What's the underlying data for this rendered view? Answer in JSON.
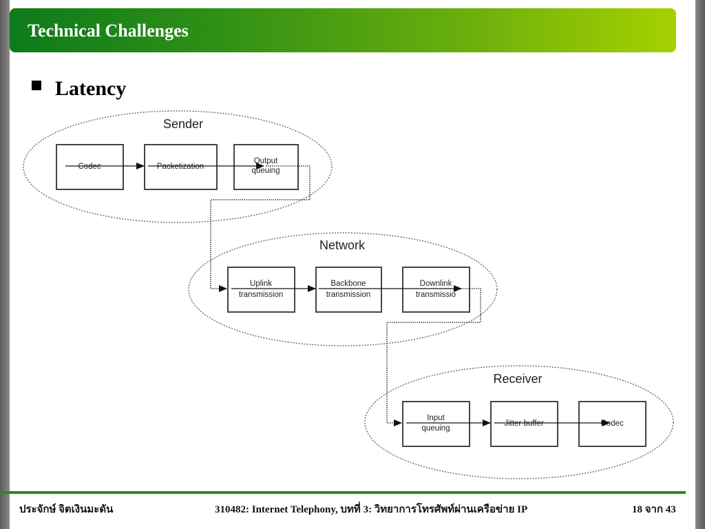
{
  "slide": {
    "title": "Technical Challenges",
    "bullet": "Latency"
  },
  "diagram": {
    "groups": {
      "sender": "Sender",
      "network": "Network",
      "receiver": "Receiver"
    },
    "boxes": {
      "codec_tx": [
        "Codec"
      ],
      "packetization": [
        "Packetization"
      ],
      "output_queuing": [
        "Output",
        "queuing"
      ],
      "uplink": [
        "Uplink",
        "transmission"
      ],
      "backbone": [
        "Backbone",
        "transmission"
      ],
      "downlink": [
        "Downlink",
        "transmissio"
      ],
      "input_queuing": [
        "Input",
        "queuing"
      ],
      "jitter_buffer": [
        "Jitter buffer"
      ],
      "codec_rx": [
        "Codec"
      ]
    }
  },
  "footer": {
    "author": "ประจักษ์ จิตเงินมะดัน",
    "course": "310482: Internet Telephony, บทที่ 3: วิทยาการโทรศัพท์ผ่านเครือข่าย IP",
    "page": "18 จาก 43"
  },
  "colors": {
    "title_gradient_start": "#0d7a1a",
    "title_gradient_end": "#a6d100",
    "footer_line": "#2d8a18"
  }
}
